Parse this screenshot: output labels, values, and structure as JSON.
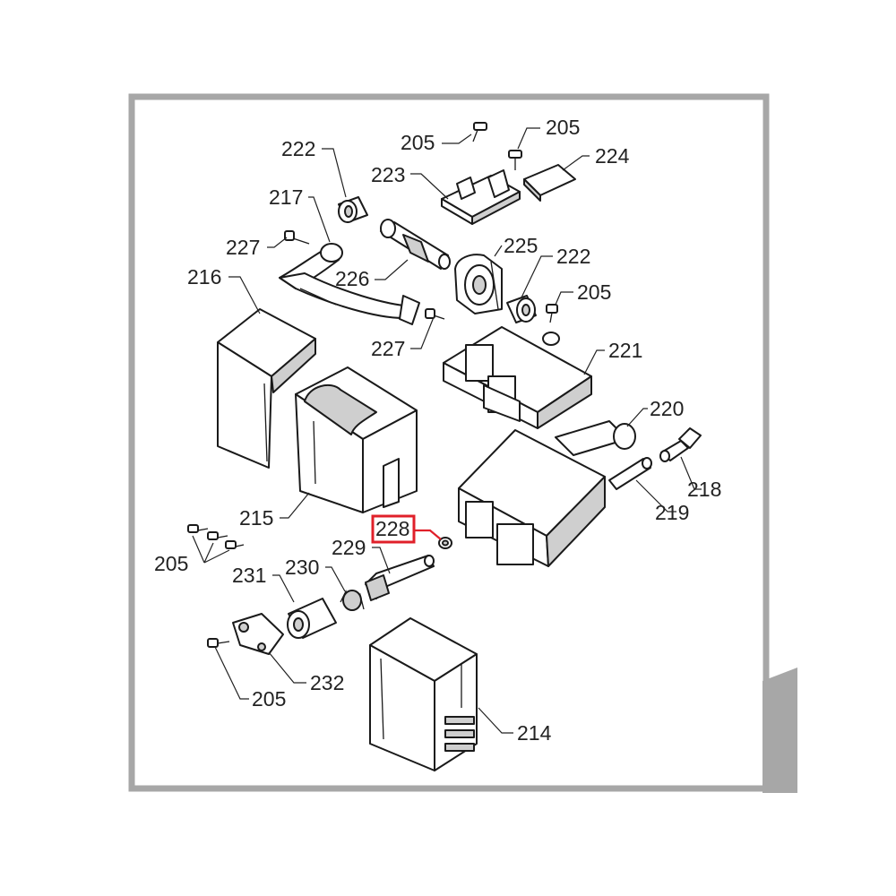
{
  "diagram": {
    "highlight_color": "#e0202a",
    "frame_color": "#a7a7a7",
    "labels": {
      "l205a": "205",
      "l205b": "205",
      "l224": "224",
      "l222a": "222",
      "l223": "223",
      "l217": "217",
      "l227a": "227",
      "l226": "226",
      "l225": "225",
      "l222b": "222",
      "l205c": "205",
      "l216": "216",
      "l227b": "227",
      "l221": "221",
      "l220": "220",
      "l218": "218",
      "l219": "219",
      "l215": "215",
      "l228": "228",
      "l229": "229",
      "l205d": "205",
      "l230": "230",
      "l231": "231",
      "l232": "232",
      "l205e": "205",
      "l214": "214"
    }
  }
}
